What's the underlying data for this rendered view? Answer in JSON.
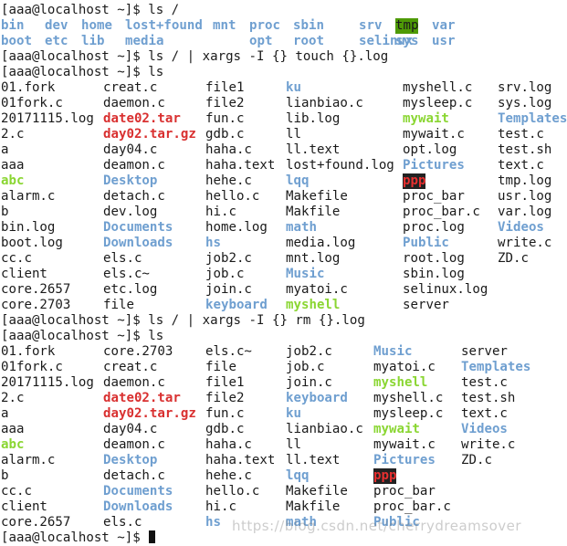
{
  "terminal": {
    "lines": [
      {
        "kind": "prompt",
        "prompt": "[aaa@localhost ~]$ ",
        "command": "ls /"
      },
      {
        "kind": "row",
        "cells": [
          {
            "text": "bin",
            "type": "dir"
          },
          {
            "text": "dev",
            "type": "dir"
          },
          {
            "text": "home",
            "type": "dir"
          },
          {
            "text": "lost+found",
            "type": "dir"
          },
          {
            "text": "mnt",
            "type": "dir"
          },
          {
            "text": "proc",
            "type": "dir"
          },
          {
            "text": "sbin",
            "type": "dir"
          },
          {
            "text": "srv",
            "type": "dir"
          },
          {
            "text": "tmp",
            "type": "tmpdir"
          },
          {
            "text": "var",
            "type": "dir"
          }
        ]
      },
      {
        "kind": "row",
        "cells": [
          {
            "text": "boot",
            "type": "dir"
          },
          {
            "text": "etc",
            "type": "dir"
          },
          {
            "text": "lib",
            "type": "dir"
          },
          {
            "text": "media",
            "type": "dir"
          },
          {
            "text": "",
            "type": "file"
          },
          {
            "text": "opt",
            "type": "dir"
          },
          {
            "text": "root",
            "type": "dir"
          },
          {
            "text": "selinux",
            "type": "dir"
          },
          {
            "text": "sys",
            "type": "dir"
          },
          {
            "text": "usr",
            "type": "dir"
          }
        ]
      },
      {
        "kind": "prompt",
        "prompt": "[aaa@localhost ~]$ ",
        "command": "ls / | xargs -I {} touch {}.log"
      },
      {
        "kind": "prompt",
        "prompt": "[aaa@localhost ~]$ ",
        "command": "ls"
      },
      {
        "kind": "row",
        "cells": [
          {
            "text": "01.fork",
            "type": "file"
          },
          {
            "text": "creat.c",
            "type": "file"
          },
          {
            "text": "file1",
            "type": "file"
          },
          {
            "text": "ku",
            "type": "dir"
          },
          {
            "text": "myshell.c",
            "type": "file"
          },
          {
            "text": "srv.log",
            "type": "file"
          }
        ]
      },
      {
        "kind": "row",
        "cells": [
          {
            "text": "01fork.c",
            "type": "file"
          },
          {
            "text": "daemon.c",
            "type": "file"
          },
          {
            "text": "file2",
            "type": "file"
          },
          {
            "text": "lianbiao.c",
            "type": "file"
          },
          {
            "text": "mysleep.c",
            "type": "file"
          },
          {
            "text": "sys.log",
            "type": "file"
          }
        ]
      },
      {
        "kind": "row",
        "cells": [
          {
            "text": "20171115.log",
            "type": "file"
          },
          {
            "text": "date02.tar",
            "type": "archive"
          },
          {
            "text": "fun.c",
            "type": "file"
          },
          {
            "text": "lib.log",
            "type": "file"
          },
          {
            "text": "mywait",
            "type": "exe"
          },
          {
            "text": "Templates",
            "type": "dir"
          }
        ]
      },
      {
        "kind": "row",
        "cells": [
          {
            "text": "2.c",
            "type": "file"
          },
          {
            "text": "day02.tar.gz",
            "type": "archive"
          },
          {
            "text": "gdb.c",
            "type": "file"
          },
          {
            "text": "ll",
            "type": "file"
          },
          {
            "text": "mywait.c",
            "type": "file"
          },
          {
            "text": "test.c",
            "type": "file"
          }
        ]
      },
      {
        "kind": "row",
        "cells": [
          {
            "text": "a",
            "type": "file"
          },
          {
            "text": "day04.c",
            "type": "file"
          },
          {
            "text": "haha.c",
            "type": "file"
          },
          {
            "text": "ll.text",
            "type": "file"
          },
          {
            "text": "opt.log",
            "type": "file"
          },
          {
            "text": "test.sh",
            "type": "file"
          }
        ]
      },
      {
        "kind": "row",
        "cells": [
          {
            "text": "aaa",
            "type": "file"
          },
          {
            "text": "deamon.c",
            "type": "file"
          },
          {
            "text": "haha.text",
            "type": "file"
          },
          {
            "text": "lost+found.log",
            "type": "file"
          },
          {
            "text": "Pictures",
            "type": "dir"
          },
          {
            "text": "text.c",
            "type": "file"
          }
        ]
      },
      {
        "kind": "row",
        "cells": [
          {
            "text": "abc",
            "type": "exe"
          },
          {
            "text": "Desktop",
            "type": "dir"
          },
          {
            "text": "hehe.c",
            "type": "file"
          },
          {
            "text": "lqq",
            "type": "dir"
          },
          {
            "text": "ppp",
            "type": "pppdir"
          },
          {
            "text": "tmp.log",
            "type": "file"
          }
        ]
      },
      {
        "kind": "row",
        "cells": [
          {
            "text": "alarm.c",
            "type": "file"
          },
          {
            "text": "detach.c",
            "type": "file"
          },
          {
            "text": "hello.c",
            "type": "file"
          },
          {
            "text": "Makefile",
            "type": "file"
          },
          {
            "text": "proc_bar",
            "type": "file"
          },
          {
            "text": "usr.log",
            "type": "file"
          }
        ]
      },
      {
        "kind": "row",
        "cells": [
          {
            "text": "b",
            "type": "file"
          },
          {
            "text": "dev.log",
            "type": "file"
          },
          {
            "text": "hi.c",
            "type": "file"
          },
          {
            "text": "Makfile",
            "type": "file"
          },
          {
            "text": "proc_bar.c",
            "type": "file"
          },
          {
            "text": "var.log",
            "type": "file"
          }
        ]
      },
      {
        "kind": "row",
        "cells": [
          {
            "text": "bin.log",
            "type": "file"
          },
          {
            "text": "Documents",
            "type": "dir"
          },
          {
            "text": "home.log",
            "type": "file"
          },
          {
            "text": "math",
            "type": "dir"
          },
          {
            "text": "proc.log",
            "type": "file"
          },
          {
            "text": "Videos",
            "type": "dir"
          }
        ]
      },
      {
        "kind": "row",
        "cells": [
          {
            "text": "boot.log",
            "type": "file"
          },
          {
            "text": "Downloads",
            "type": "dir"
          },
          {
            "text": "hs",
            "type": "dir"
          },
          {
            "text": "media.log",
            "type": "file"
          },
          {
            "text": "Public",
            "type": "dir"
          },
          {
            "text": "write.c",
            "type": "file"
          }
        ]
      },
      {
        "kind": "row",
        "cells": [
          {
            "text": "cc.c",
            "type": "file"
          },
          {
            "text": "els.c",
            "type": "file"
          },
          {
            "text": "job2.c",
            "type": "file"
          },
          {
            "text": "mnt.log",
            "type": "file"
          },
          {
            "text": "root.log",
            "type": "file"
          },
          {
            "text": "ZD.c",
            "type": "file"
          }
        ]
      },
      {
        "kind": "row",
        "cells": [
          {
            "text": "client",
            "type": "file"
          },
          {
            "text": "els.c~",
            "type": "file"
          },
          {
            "text": "job.c",
            "type": "file"
          },
          {
            "text": "Music",
            "type": "dir"
          },
          {
            "text": "sbin.log",
            "type": "file"
          }
        ]
      },
      {
        "kind": "row",
        "cells": [
          {
            "text": "core.2657",
            "type": "file"
          },
          {
            "text": "etc.log",
            "type": "file"
          },
          {
            "text": "join.c",
            "type": "file"
          },
          {
            "text": "myatoi.c",
            "type": "file"
          },
          {
            "text": "selinux.log",
            "type": "file"
          }
        ]
      },
      {
        "kind": "row",
        "cells": [
          {
            "text": "core.2703",
            "type": "file"
          },
          {
            "text": "file",
            "type": "file"
          },
          {
            "text": "keyboard",
            "type": "dir"
          },
          {
            "text": "myshell",
            "type": "exe"
          },
          {
            "text": "server",
            "type": "file"
          }
        ]
      },
      {
        "kind": "prompt",
        "prompt": "[aaa@localhost ~]$ ",
        "command": "ls / | xargs -I {} rm {}.log"
      },
      {
        "kind": "prompt",
        "prompt": "[aaa@localhost ~]$ ",
        "command": "ls"
      },
      {
        "kind": "row",
        "cells": [
          {
            "text": "01.fork",
            "type": "file"
          },
          {
            "text": "core.2703",
            "type": "file"
          },
          {
            "text": "els.c~",
            "type": "file"
          },
          {
            "text": "job2.c",
            "type": "file"
          },
          {
            "text": "Music",
            "type": "dir"
          },
          {
            "text": "server",
            "type": "file"
          }
        ]
      },
      {
        "kind": "row",
        "cells": [
          {
            "text": "01fork.c",
            "type": "file"
          },
          {
            "text": "creat.c",
            "type": "file"
          },
          {
            "text": "file",
            "type": "file"
          },
          {
            "text": "job.c",
            "type": "file"
          },
          {
            "text": "myatoi.c",
            "type": "file"
          },
          {
            "text": "Templates",
            "type": "dir"
          }
        ]
      },
      {
        "kind": "row",
        "cells": [
          {
            "text": "20171115.log",
            "type": "file"
          },
          {
            "text": "daemon.c",
            "type": "file"
          },
          {
            "text": "file1",
            "type": "file"
          },
          {
            "text": "join.c",
            "type": "file"
          },
          {
            "text": "myshell",
            "type": "exe"
          },
          {
            "text": "test.c",
            "type": "file"
          }
        ]
      },
      {
        "kind": "row",
        "cells": [
          {
            "text": "2.c",
            "type": "file"
          },
          {
            "text": "date02.tar",
            "type": "archive"
          },
          {
            "text": "file2",
            "type": "file"
          },
          {
            "text": "keyboard",
            "type": "dir"
          },
          {
            "text": "myshell.c",
            "type": "file"
          },
          {
            "text": "test.sh",
            "type": "file"
          }
        ]
      },
      {
        "kind": "row",
        "cells": [
          {
            "text": "a",
            "type": "file"
          },
          {
            "text": "day02.tar.gz",
            "type": "archive"
          },
          {
            "text": "fun.c",
            "type": "file"
          },
          {
            "text": "ku",
            "type": "dir"
          },
          {
            "text": "mysleep.c",
            "type": "file"
          },
          {
            "text": "text.c",
            "type": "file"
          }
        ]
      },
      {
        "kind": "row",
        "cells": [
          {
            "text": "aaa",
            "type": "file"
          },
          {
            "text": "day04.c",
            "type": "file"
          },
          {
            "text": "gdb.c",
            "type": "file"
          },
          {
            "text": "lianbiao.c",
            "type": "file"
          },
          {
            "text": "mywait",
            "type": "exe"
          },
          {
            "text": "Videos",
            "type": "dir"
          }
        ]
      },
      {
        "kind": "row",
        "cells": [
          {
            "text": "abc",
            "type": "exe"
          },
          {
            "text": "deamon.c",
            "type": "file"
          },
          {
            "text": "haha.c",
            "type": "file"
          },
          {
            "text": "ll",
            "type": "file"
          },
          {
            "text": "mywait.c",
            "type": "file"
          },
          {
            "text": "write.c",
            "type": "file"
          }
        ]
      },
      {
        "kind": "row",
        "cells": [
          {
            "text": "alarm.c",
            "type": "file"
          },
          {
            "text": "Desktop",
            "type": "dir"
          },
          {
            "text": "haha.text",
            "type": "file"
          },
          {
            "text": "ll.text",
            "type": "file"
          },
          {
            "text": "Pictures",
            "type": "dir"
          },
          {
            "text": "ZD.c",
            "type": "file"
          }
        ]
      },
      {
        "kind": "row",
        "cells": [
          {
            "text": "b",
            "type": "file"
          },
          {
            "text": "detach.c",
            "type": "file"
          },
          {
            "text": "hehe.c",
            "type": "file"
          },
          {
            "text": "lqq",
            "type": "dir"
          },
          {
            "text": "ppp",
            "type": "pppdir"
          }
        ]
      },
      {
        "kind": "row",
        "cells": [
          {
            "text": "cc.c",
            "type": "file"
          },
          {
            "text": "Documents",
            "type": "dir"
          },
          {
            "text": "hello.c",
            "type": "file"
          },
          {
            "text": "Makefile",
            "type": "file"
          },
          {
            "text": "proc_bar",
            "type": "file"
          }
        ]
      },
      {
        "kind": "row",
        "cells": [
          {
            "text": "client",
            "type": "file"
          },
          {
            "text": "Downloads",
            "type": "dir"
          },
          {
            "text": "hi.c",
            "type": "file"
          },
          {
            "text": "Makfile",
            "type": "file"
          },
          {
            "text": "proc_bar.c",
            "type": "file"
          }
        ]
      },
      {
        "kind": "row",
        "cells": [
          {
            "text": "core.2657",
            "type": "file"
          },
          {
            "text": "els.c",
            "type": "file"
          },
          {
            "text": "hs",
            "type": "dir"
          },
          {
            "text": "math",
            "type": "dir"
          },
          {
            "text": "Public",
            "type": "dir"
          }
        ]
      },
      {
        "kind": "prompt",
        "prompt": "[aaa@localhost ~]$ ",
        "command": "",
        "cursor": true
      }
    ],
    "watermark": "https://blog.csdn.net/cherrydreamsover"
  },
  "colors": {
    "background": "#ffffff",
    "text": "#1a1a1a",
    "directory": "#6f9fd0",
    "executable": "#8ad632",
    "archive": "#d93030",
    "tmp_highlight": "#4e9a06",
    "ppp_highlight": "#222222"
  }
}
